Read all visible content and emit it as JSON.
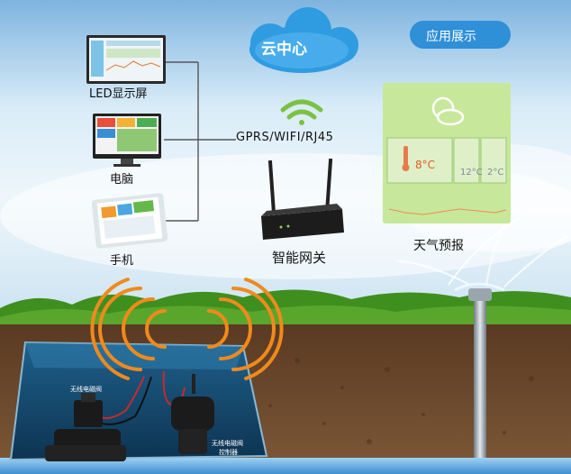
{
  "cloud": {
    "label": "云中心"
  },
  "app_badge": {
    "label": "应用展示"
  },
  "displays": [
    {
      "label": "LED显示屏"
    },
    {
      "label": "电脑"
    },
    {
      "label": "手机"
    }
  ],
  "network": {
    "label": "GPRS/WIFI/RJ45"
  },
  "gateway": {
    "label": "智能网关"
  },
  "weather": {
    "label": "天气预报",
    "current_temp": "8°C",
    "forecast": [
      "12°C",
      "2°C"
    ]
  },
  "field": {
    "valve_label": "无线电磁阀",
    "controller_label_line1": "无线电磁阀",
    "controller_label_line2": "控制器"
  },
  "colors": {
    "sky": "#cfe7f6",
    "cloud_badge": "#2f8fd7",
    "weather_panel": "#c7e89a",
    "grass": "#3f8f1f",
    "soil": "#6b4a2f",
    "water": "#6fb5e6",
    "signal_orange": "#f08a1c",
    "wifi_green": "#7cc242"
  }
}
